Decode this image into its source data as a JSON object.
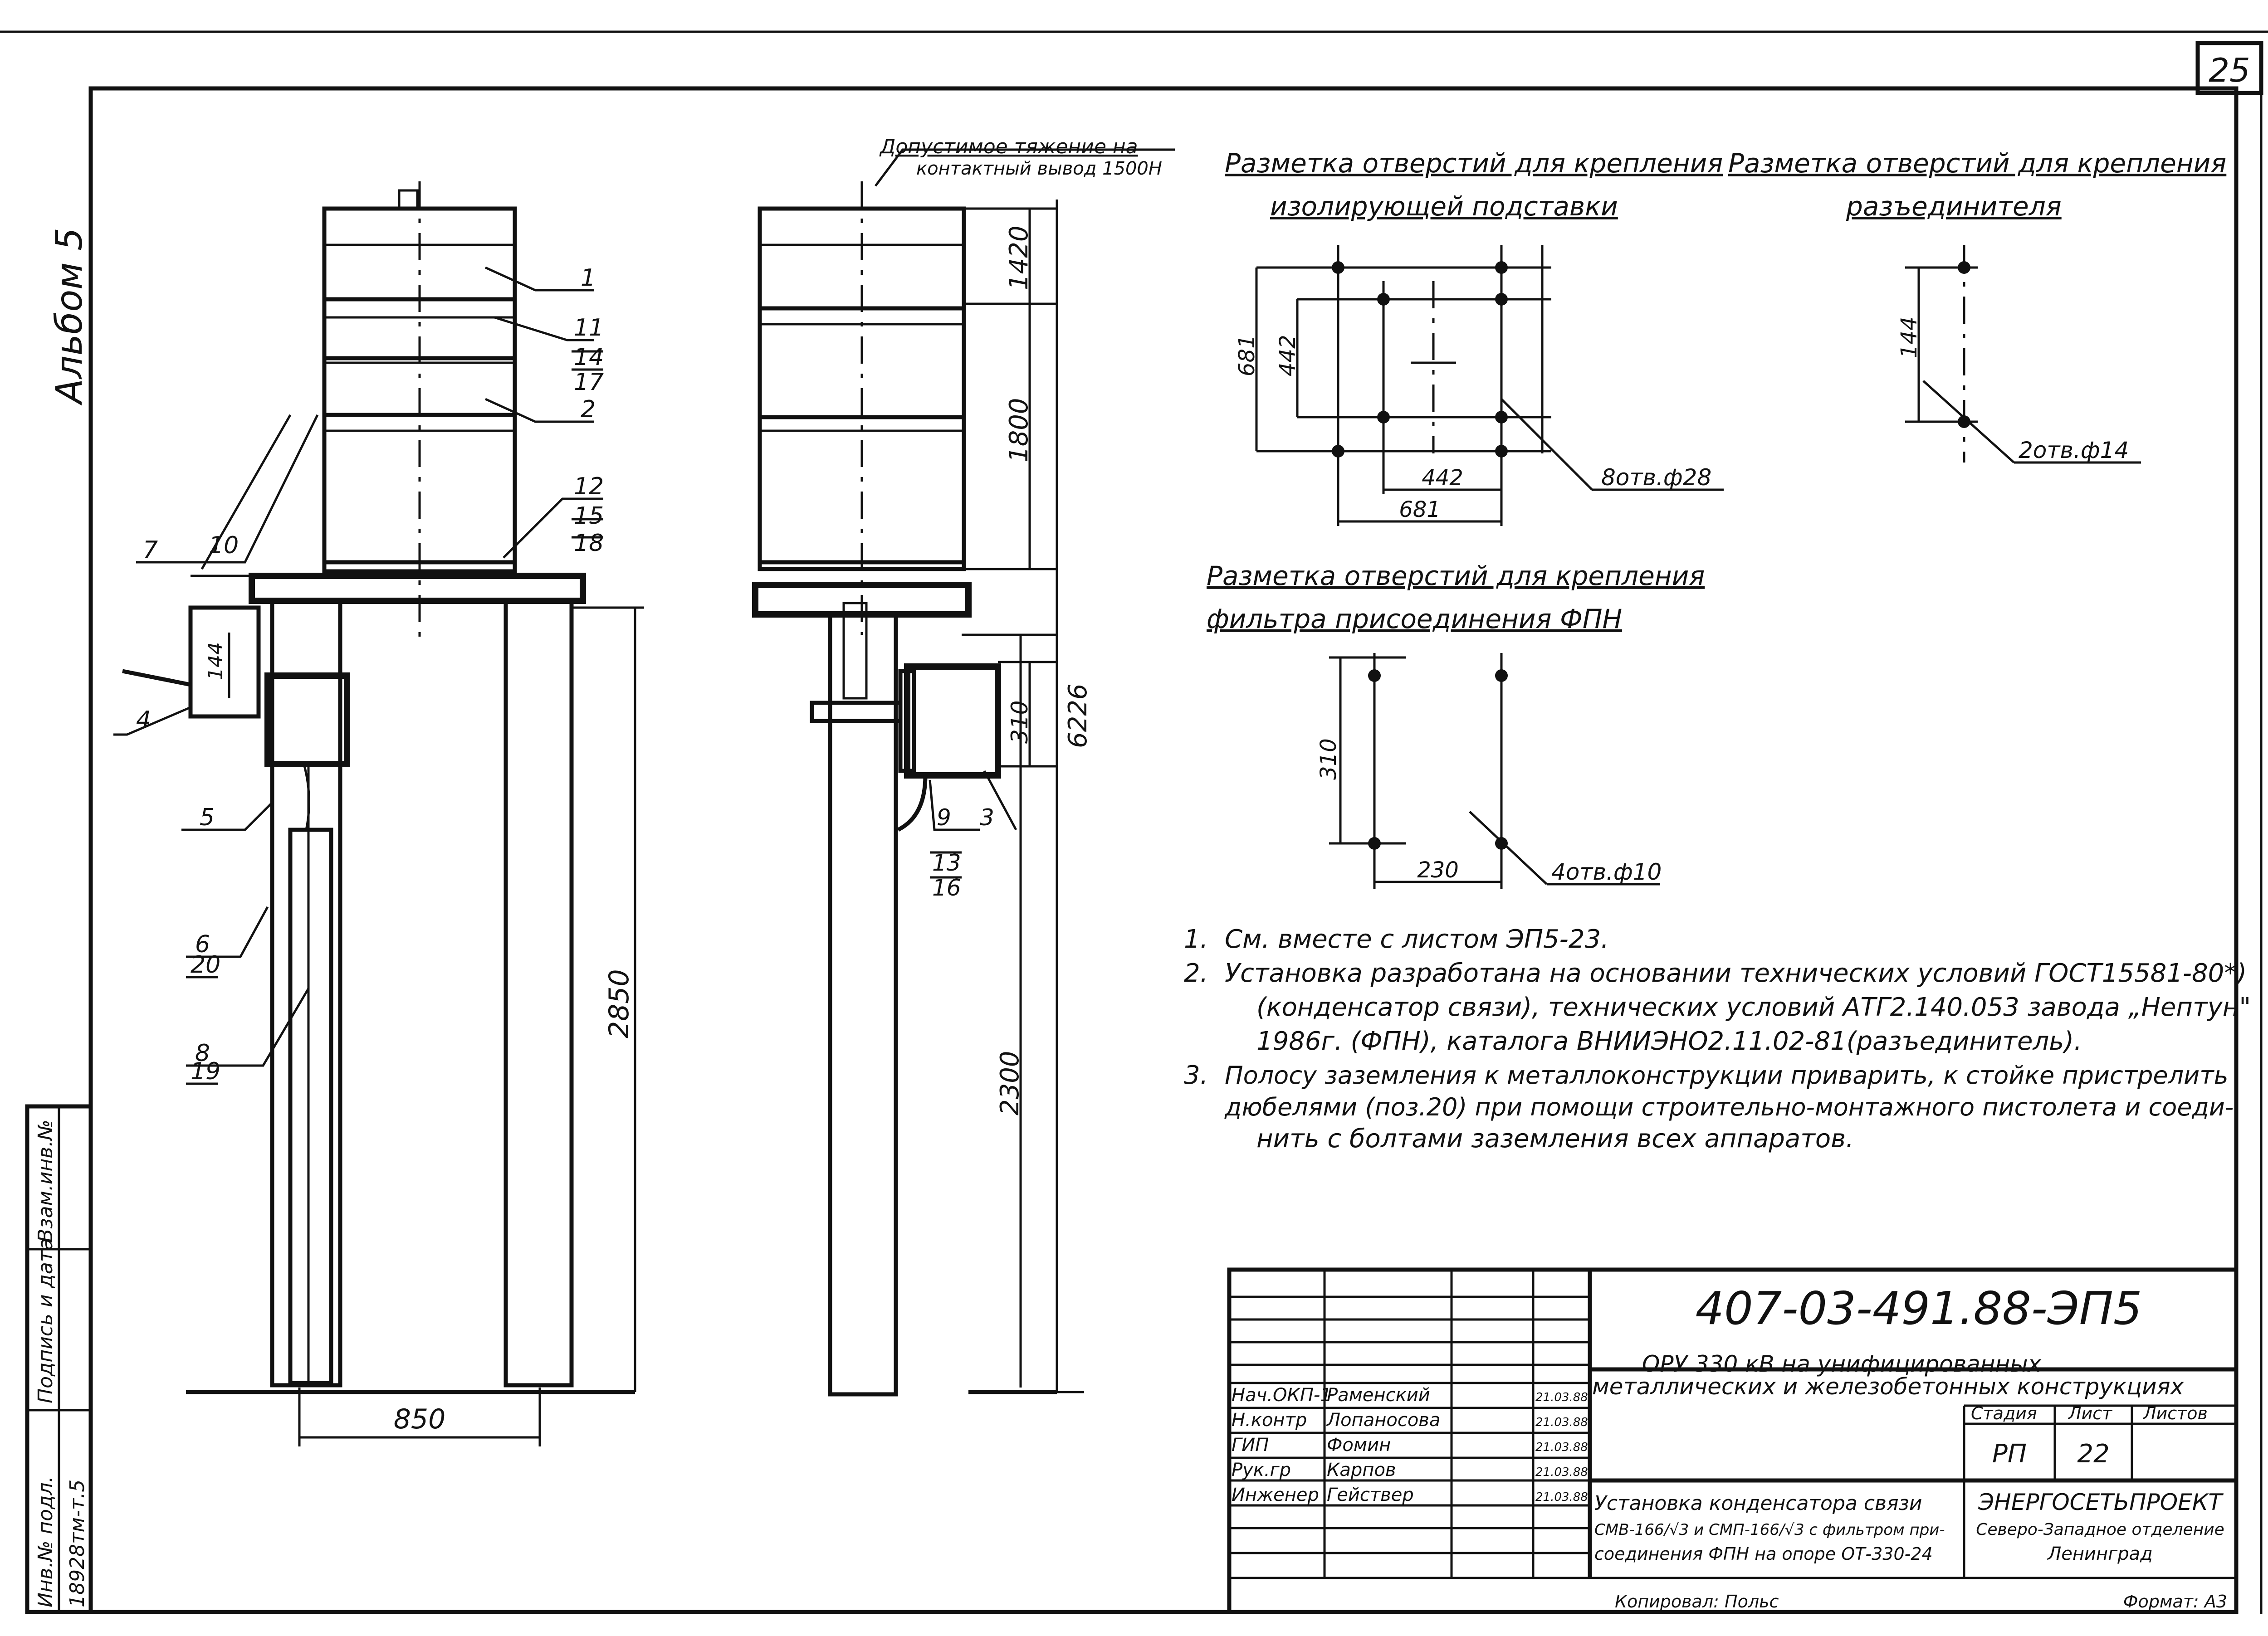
{
  "sheet": {
    "page_number": "25",
    "album_label": "Альбом 5",
    "copied_by": "Копировал: Польс",
    "format": "Формат: А3"
  },
  "side_stamp": {
    "inv_no": "Инв.№ подл.",
    "signature_date": "Подпись и дата",
    "replace_inv": "Взам.инв.№",
    "inv_value": "18928тм-т.5"
  },
  "elevation_left": {
    "dim_850": "850",
    "dim_2850": "2850",
    "dim_144": "144",
    "callouts": [
      "1",
      "11",
      "14",
      "17",
      "2",
      "12",
      "15",
      "18",
      "7",
      "10",
      "4",
      "5",
      "6",
      "20",
      "8",
      "19"
    ]
  },
  "elevation_right": {
    "note_top_line1": "Допустимое тяжение на",
    "note_top_line2": "контактный вывод 1500Н",
    "dim_1420": "1420",
    "dim_1800": "1800",
    "dim_310": "310",
    "dim_6226": "6226",
    "dim_2300": "2300",
    "callouts": [
      "9",
      "3",
      "13",
      "16"
    ]
  },
  "layout_insulating": {
    "title_line1": "Разметка отверстий для крепления",
    "title_line2": "изолирующей подставки",
    "dim_681_v": "681",
    "dim_442_v": "442",
    "dim_442_h": "442",
    "dim_681_h": "681",
    "holes": "8отв.ф28"
  },
  "layout_disconnector": {
    "title_line1": "Разметка отверстий для крепления",
    "title_line2": "разъединителя",
    "dim_144": "144",
    "holes": "2отв.ф14"
  },
  "layout_filter": {
    "title_line1": "Разметка отверстий для крепления",
    "title_line2": "фильтра присоединения ФПН",
    "dim_310": "310",
    "dim_230": "230",
    "holes": "4отв.ф10"
  },
  "notes": [
    {
      "num": "1.",
      "lines": [
        "См. вместе с листом ЭП5-23."
      ]
    },
    {
      "num": "2.",
      "lines": [
        "Установка разработана на основании технических условий ГОСТ15581-80*)",
        "(конденсатор связи), технических условий АТГ2.140.053 завода „Нептун\"",
        "1986г. (ФПН), каталога ВНИИЭНО2.11.02-81(разъединитель)."
      ]
    },
    {
      "num": "3.",
      "lines": [
        "Полосу заземления к металлоконструкции приварить, к стойке пристрелить",
        "дюбелями (поз.20) при помощи строительно-монтажного пистолета и соеди-",
        "нить с болтами заземления всех аппаратов."
      ]
    }
  ],
  "title_block": {
    "doc_code": "407-03-491.88-ЭП5",
    "project_line1": "ОРУ 330 кВ на унифицированных",
    "project_line2": "металлических и железобетонных конструкциях",
    "roles": [
      {
        "role": "Нач.ОКП-1",
        "name": "Раменский",
        "date": "21.03.88"
      },
      {
        "role": "Н.контр",
        "name": "Лопаносова",
        "date": "21.03.88"
      },
      {
        "role": "ГИП",
        "name": "Фомин",
        "date": "21.03.88"
      },
      {
        "role": "Рук.гр",
        "name": "Карпов",
        "date": "21.03.88"
      },
      {
        "role": "Инженер",
        "name": "Гействер",
        "date": "21.03.88"
      }
    ],
    "stage_label": "Стадия",
    "sheet_label": "Лист",
    "sheets_label": "Листов",
    "stage": "РП",
    "sheet": "22",
    "sheets": "",
    "sheet_title_lines": [
      "Установка конденсатора связи",
      "СМВ-166/√3 и СМП-166/√3 с фильтром при-",
      "соединения ФПН на опоре ОТ-330-24"
    ],
    "org_line1": "ЭНЕРГОСЕТЬПРОЕКТ",
    "org_line2": "Северо-Западное отделение",
    "org_line3": "Ленинград"
  }
}
